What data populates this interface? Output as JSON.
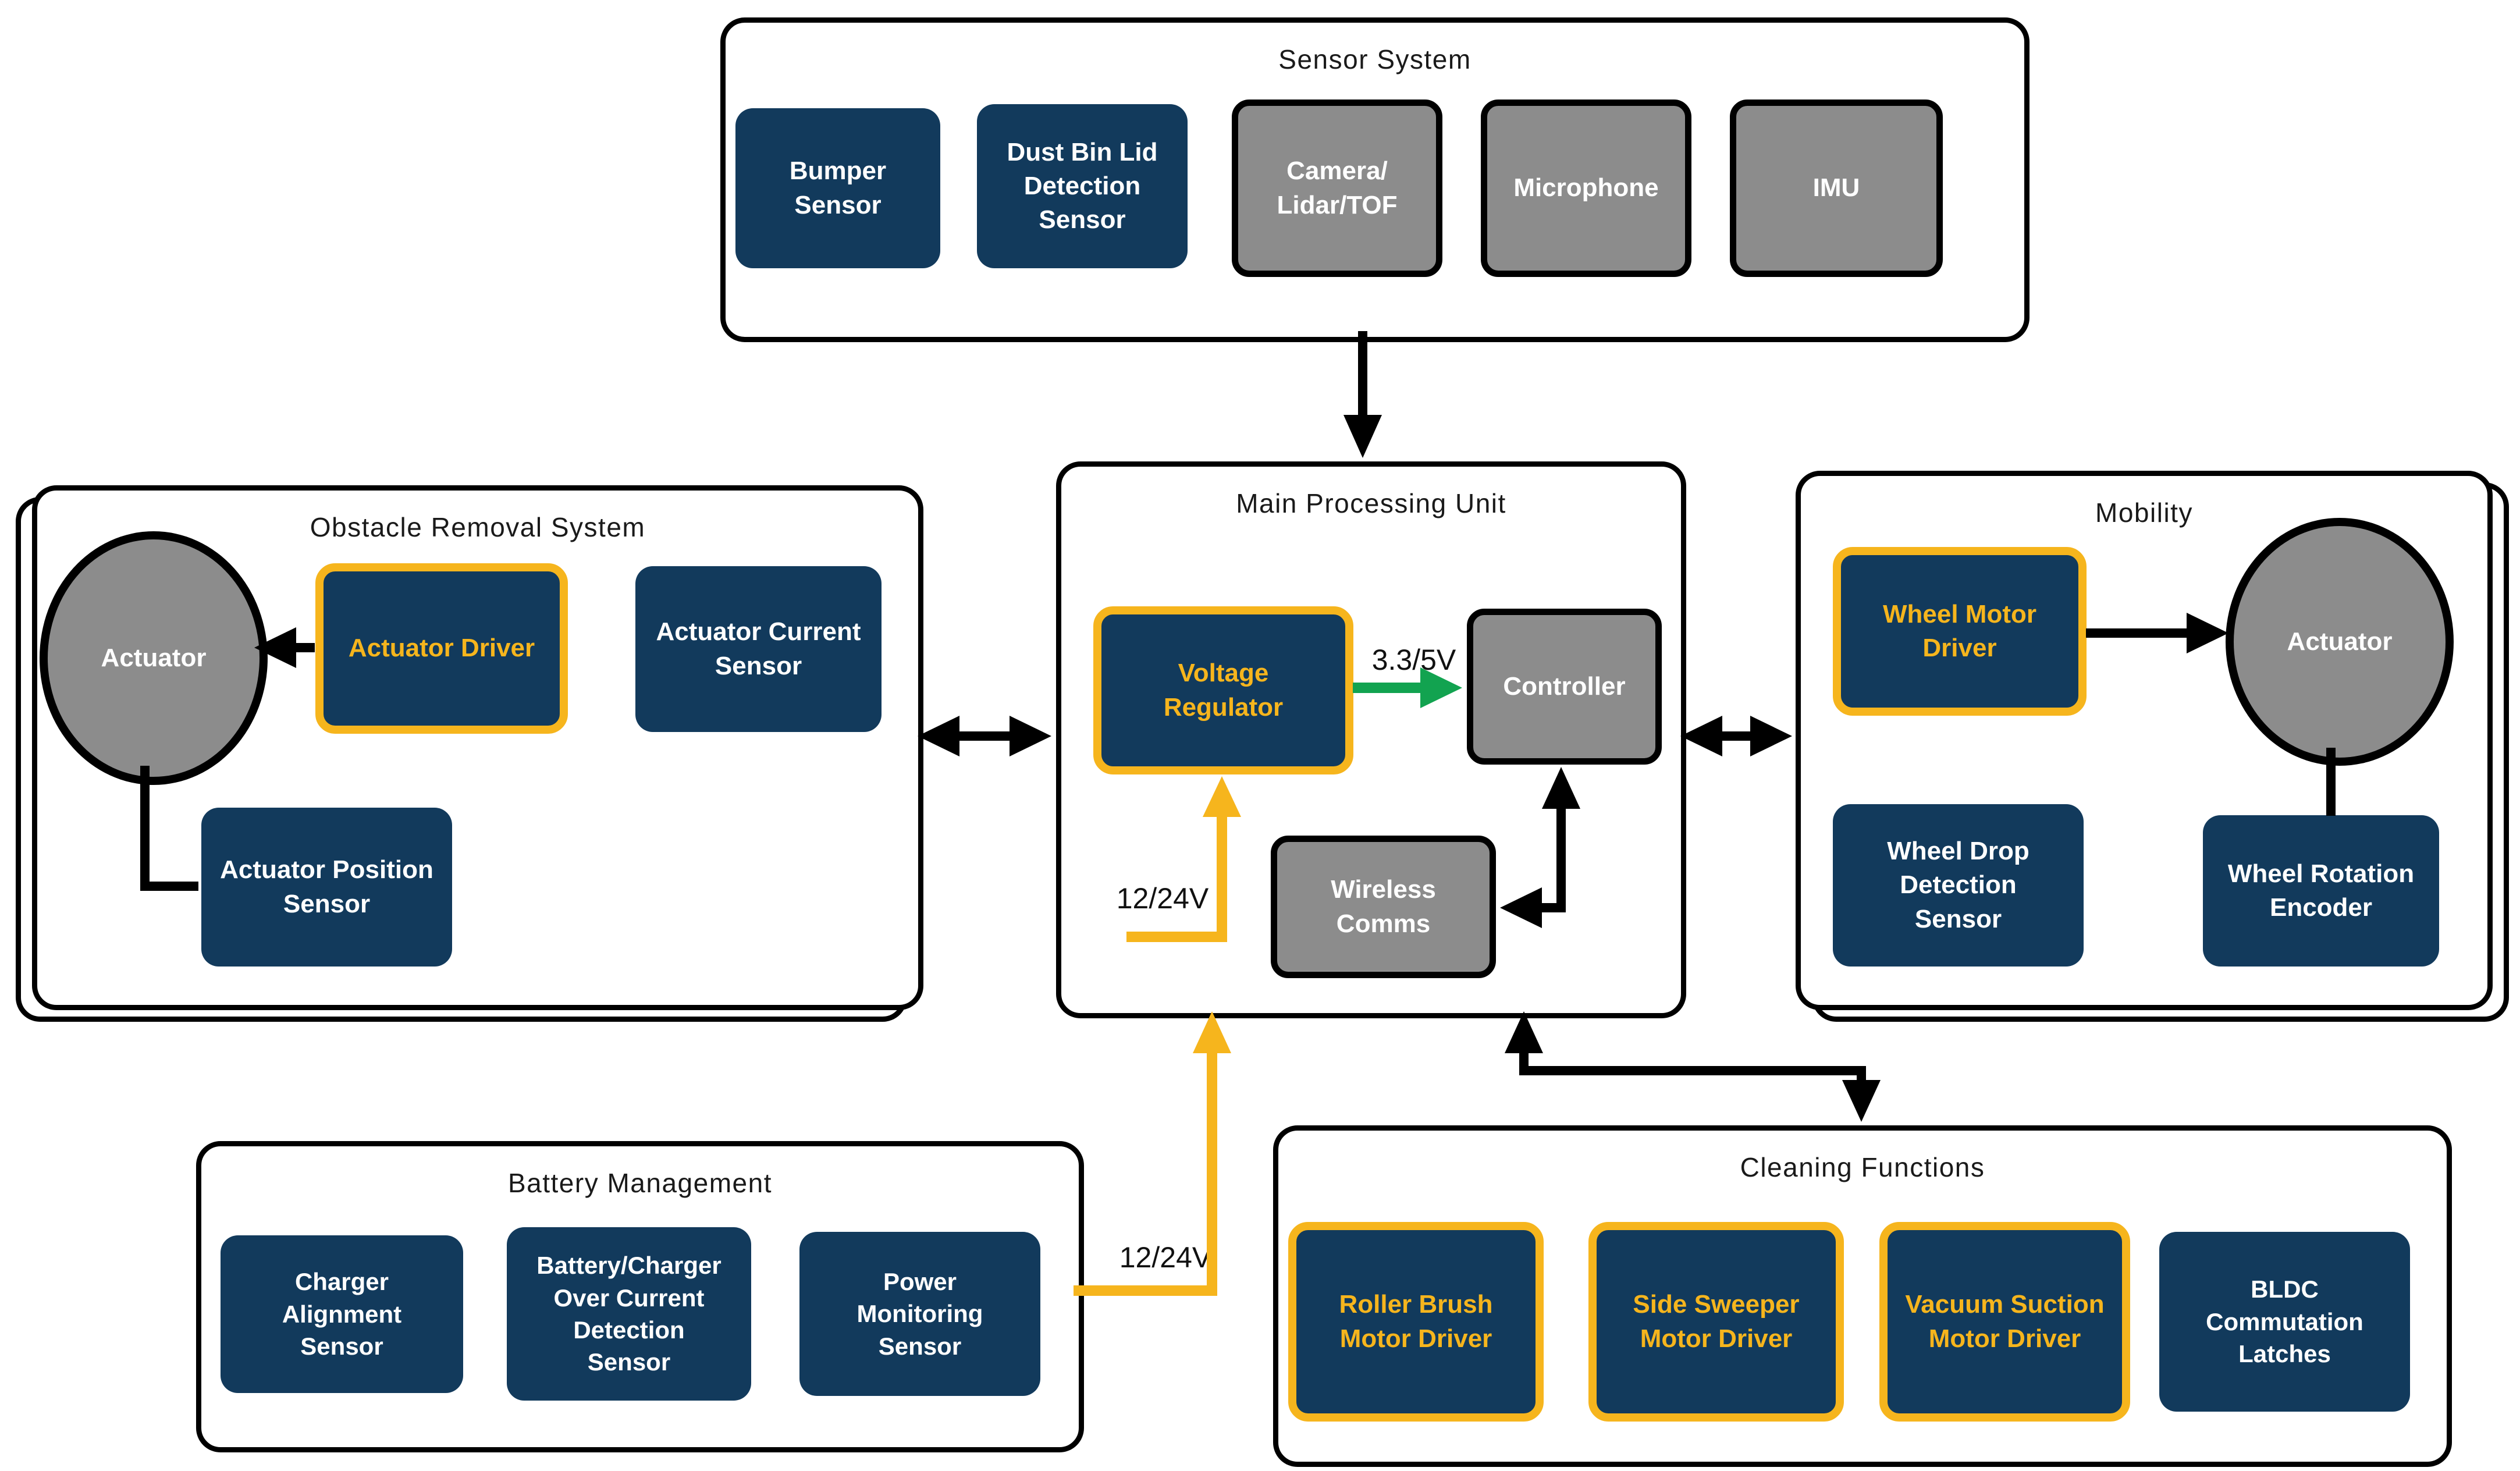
{
  "colors": {
    "navy": "#123a5c",
    "gold": "#f6b51d",
    "gray": "#8c8c8c",
    "green": "#12a350",
    "black": "#000000",
    "background": "#ffffff"
  },
  "panels": {
    "sensor_system": {
      "title": "Sensor System",
      "boxes": [
        {
          "label": "Bumper\nSensor"
        },
        {
          "label": "Dust Bin Lid\nDetection\nSensor"
        },
        {
          "label": "Camera/\nLidar/TOF"
        },
        {
          "label": "Microphone"
        },
        {
          "label": "IMU"
        }
      ]
    },
    "obstacle_removal": {
      "title": "Obstacle Removal System",
      "actuator_label": "Actuator",
      "actuator_driver_label": "Actuator Driver",
      "actuator_current_sensor_label": "Actuator Current\nSensor",
      "actuator_position_sensor_label": "Actuator Position\nSensor"
    },
    "main_processing": {
      "title": "Main Processing Unit",
      "voltage_regulator_label": "Voltage\nRegulator",
      "controller_label": "Controller",
      "wireless_comms_label": "Wireless\nComms",
      "regulated_voltage_label": "3.3/5V",
      "input_voltage_label": "12/24V"
    },
    "mobility": {
      "title": "Mobility",
      "wheel_motor_driver_label": "Wheel Motor\nDriver",
      "actuator_label": "Actuator",
      "wheel_drop_sensor_label": "Wheel Drop\nDetection\nSensor",
      "wheel_rotation_encoder_label": "Wheel Rotation\nEncoder"
    },
    "battery_management": {
      "title": "Battery Management",
      "boxes": [
        {
          "label": "Charger\nAlignment\nSensor"
        },
        {
          "label": "Battery/Charger\nOver Current\nDetection\nSensor"
        },
        {
          "label": "Power\nMonitoring\nSensor"
        }
      ]
    },
    "cleaning_functions": {
      "title": "Cleaning Functions",
      "boxes": [
        {
          "label": "Roller Brush\nMotor Driver"
        },
        {
          "label": "Side Sweeper\nMotor Driver"
        },
        {
          "label": "Vacuum Suction\nMotor Driver"
        },
        {
          "label": "BLDC\nCommutation\nLatches"
        }
      ]
    }
  },
  "labels": {
    "battery_supply_voltage": "12/24V"
  }
}
